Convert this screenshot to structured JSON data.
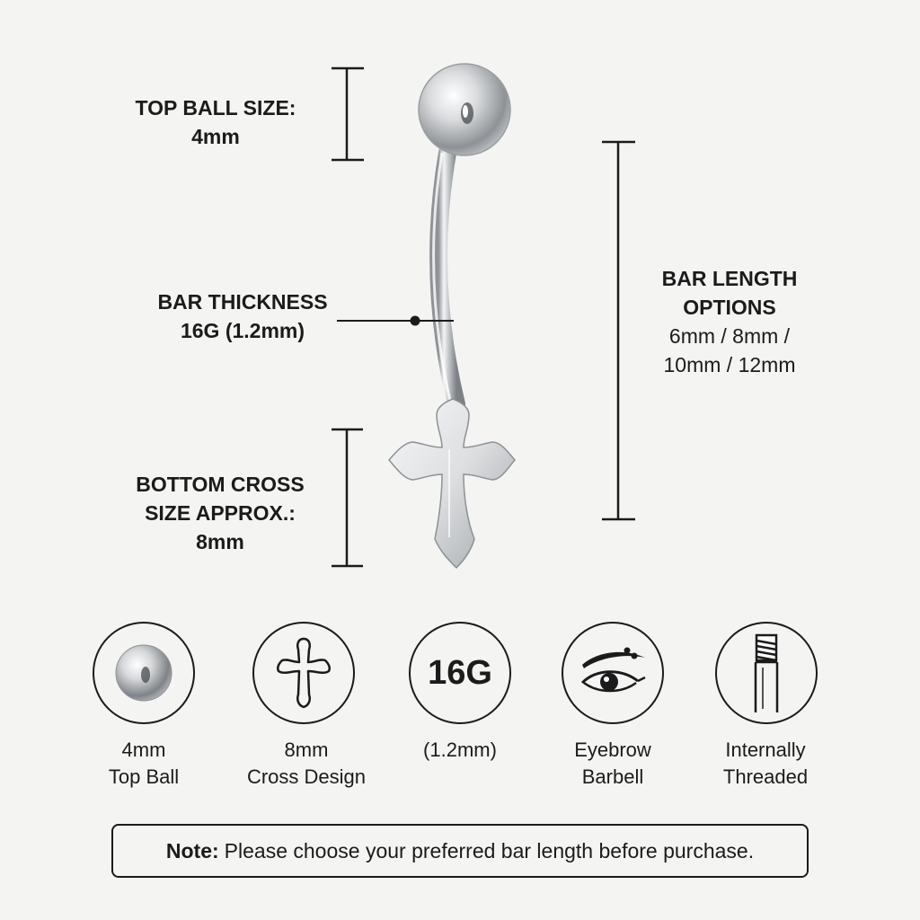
{
  "dimensions": {
    "top_ball": {
      "title": "TOP BALL SIZE:",
      "value": "4mm"
    },
    "bar_thickness": {
      "title": "BAR THICKNESS",
      "value": "16G (1.2mm)"
    },
    "bottom_cross": {
      "title_line1": "BOTTOM CROSS",
      "title_line2": "SIZE APPROX.:",
      "value": "8mm"
    },
    "bar_length": {
      "title_line1": "BAR LENGTH",
      "title_line2": "OPTIONS",
      "values_line1": "6mm / 8mm /",
      "values_line2": "10mm / 12mm"
    }
  },
  "features": [
    {
      "icon": "ball-icon",
      "line1": "4mm",
      "line2": "Top Ball"
    },
    {
      "icon": "cross-icon",
      "line1": "8mm",
      "line2": "Cross Design"
    },
    {
      "icon": "gauge-icon",
      "icon_text": "16G",
      "line1": "(1.2mm)",
      "line2": ""
    },
    {
      "icon": "eyebrow-icon",
      "line1": "Eyebrow",
      "line2": "Barbell"
    },
    {
      "icon": "threaded-icon",
      "line1": "Internally",
      "line2": "Threaded"
    }
  ],
  "note": {
    "label": "Note:",
    "text": "Please choose your preferred bar length before purchase."
  },
  "colors": {
    "background": "#f4f4f3",
    "ink": "#1b1b1b",
    "metal": "#c9cbcd"
  }
}
